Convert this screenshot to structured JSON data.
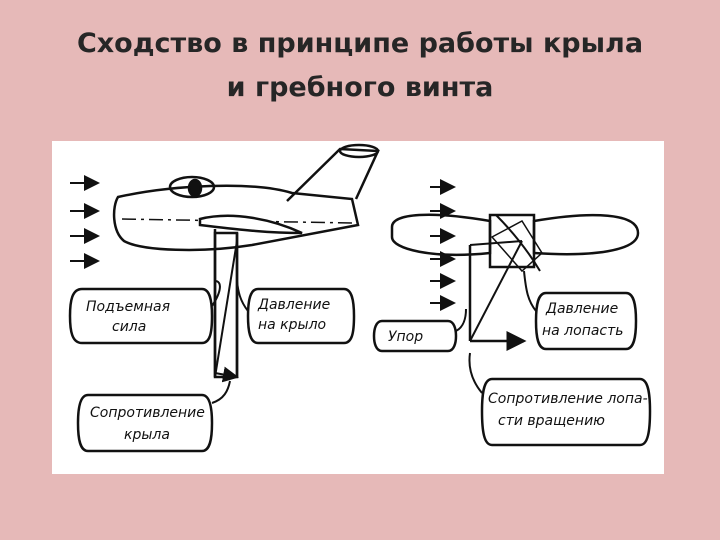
{
  "title": {
    "line1": "Сходство в принципе работы крыла",
    "line2": "и гребного винта"
  },
  "diagram": {
    "left": {
      "lift_line1": "Подъемная",
      "lift_line2": "сила",
      "pressure_line1": "Давление",
      "pressure_line2": "на крыло",
      "drag_line1": "Сопротивление",
      "drag_line2": "крыла"
    },
    "right": {
      "thrust": "Упор",
      "pressure_line1": "Давление",
      "pressure_line2": "на лопасть",
      "resist_line1": "Сопротивление лопа-",
      "resist_line2": "сти вращению"
    }
  }
}
